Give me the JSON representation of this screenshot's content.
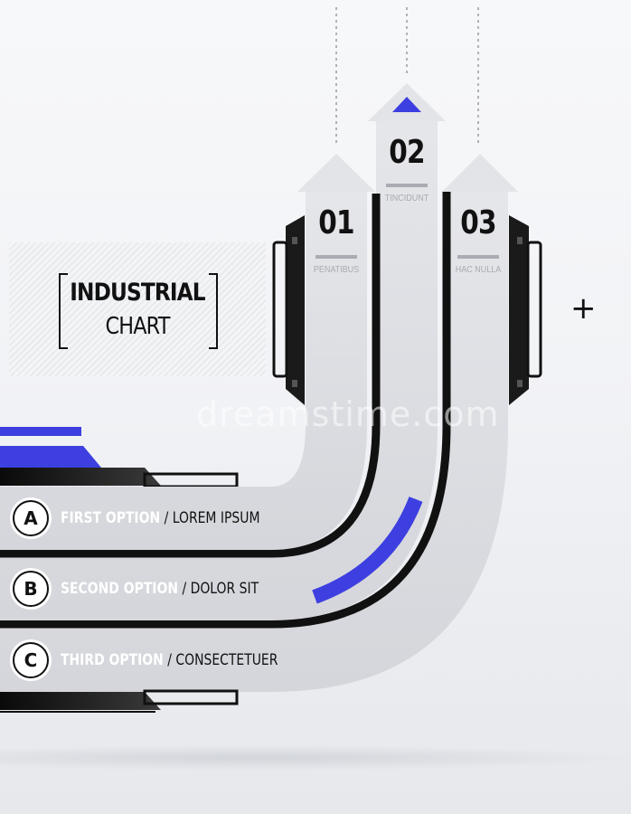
{
  "title": {
    "line1": "INDUSTRIAL",
    "line2": "CHART"
  },
  "steps": [
    {
      "number": "01",
      "caption": "PENATIBUS"
    },
    {
      "number": "02",
      "caption": "TINCIDUNT"
    },
    {
      "number": "03",
      "caption": "HAC NULLA"
    }
  ],
  "options": [
    {
      "letter": "A",
      "name": "FIRST OPTION",
      "desc": "/ LOREM IPSUM"
    },
    {
      "letter": "B",
      "name": "SECOND OPTION",
      "desc": "/ DOLOR SIT"
    },
    {
      "letter": "C",
      "name": "THIRD OPTION",
      "desc": "/ CONSECTETUER"
    }
  ],
  "watermark": "dreamstime.com",
  "colors": {
    "accent": "#3d3fe0",
    "band": "#dfe1e5",
    "ink": "#111111",
    "caption": "#a8abb1"
  }
}
